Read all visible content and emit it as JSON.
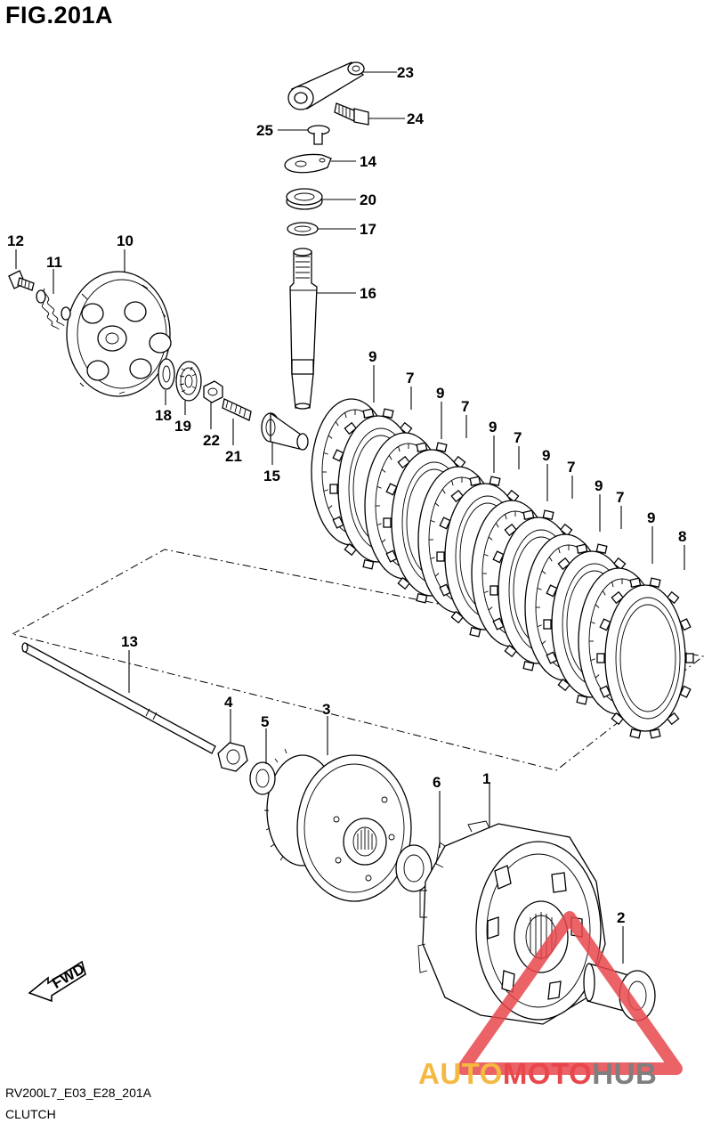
{
  "figure": {
    "title": "FIG.201A",
    "model_code": "RV200L7_E03_E28_201A",
    "section": "CLUTCH",
    "direction_badge": "FWD"
  },
  "parts": [
    {
      "no": "1"
    },
    {
      "no": "2"
    },
    {
      "no": "3"
    },
    {
      "no": "4"
    },
    {
      "no": "5"
    },
    {
      "no": "6"
    },
    {
      "no": "7"
    },
    {
      "no": "8"
    },
    {
      "no": "9"
    },
    {
      "no": "10"
    },
    {
      "no": "11"
    },
    {
      "no": "12"
    },
    {
      "no": "13"
    },
    {
      "no": "14"
    },
    {
      "no": "15"
    },
    {
      "no": "16"
    },
    {
      "no": "17"
    },
    {
      "no": "18"
    },
    {
      "no": "19"
    },
    {
      "no": "20"
    },
    {
      "no": "21"
    },
    {
      "no": "22"
    },
    {
      "no": "23"
    },
    {
      "no": "24"
    },
    {
      "no": "25"
    }
  ],
  "watermark": {
    "part1": "AUTO",
    "part2": "MOTO",
    "part3": "HUB",
    "colors": {
      "auto": "#f4b942",
      "moto": "#e8474c",
      "hub": "#7f7f7f"
    }
  }
}
